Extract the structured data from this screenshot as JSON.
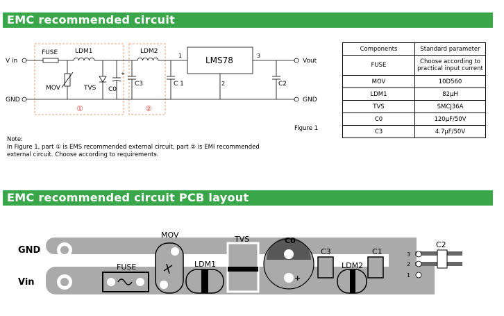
{
  "sections": {
    "circuit_title": "EMC recommended circuit",
    "pcb_title": "EMC recommended circuit PCB layout"
  },
  "schematic": {
    "vin": "V in",
    "gnd": "GND",
    "vout": "Vout",
    "gnd_out": "GND",
    "fuse": "FUSE",
    "ldm1": "LDM1",
    "ldm2": "LDM2",
    "mov": "MOV",
    "tvs": "TVS",
    "c0": "C0",
    "c1": "C 1",
    "c2": "C2",
    "c3": "C3",
    "chip": "LMS78",
    "pin1": "1",
    "pin2": "2",
    "pin3": "3",
    "part1": "①",
    "part2": "②",
    "plus": "+"
  },
  "figure_caption": "Figure 1",
  "note": {
    "heading": "Note:",
    "body": "In Figure 1, part ① is EMS recommended external circuit, part ② is EMI recommended external circuit. Choose according to requirements."
  },
  "table": {
    "headers": [
      "Components",
      "Standard parameter"
    ],
    "rows": [
      [
        "FUSE",
        "Choose according to practical input current"
      ],
      [
        "MOV",
        "10D560"
      ],
      [
        "LDM1",
        "82μH"
      ],
      [
        "TVS",
        "SMCJ36A"
      ],
      [
        "C0",
        "120μF/50V"
      ],
      [
        "C3",
        "4.7μF/50V"
      ]
    ]
  },
  "pcb": {
    "gnd": "GND",
    "vin": "Vin",
    "fuse": "FUSE",
    "mov": "MOV",
    "ldm1": "LDM1",
    "tvs": "TVS",
    "c0": "C0",
    "c3": "C3",
    "ldm2": "LDM2",
    "c1": "C1",
    "c2": "C2",
    "pin3": "3",
    "pin2": "2",
    "pin1": "1",
    "plus": "+"
  },
  "colors": {
    "section_bar": "#3aa64a",
    "pcb_trace": "#aaaaaa",
    "dashed_box": "#e8a070"
  }
}
